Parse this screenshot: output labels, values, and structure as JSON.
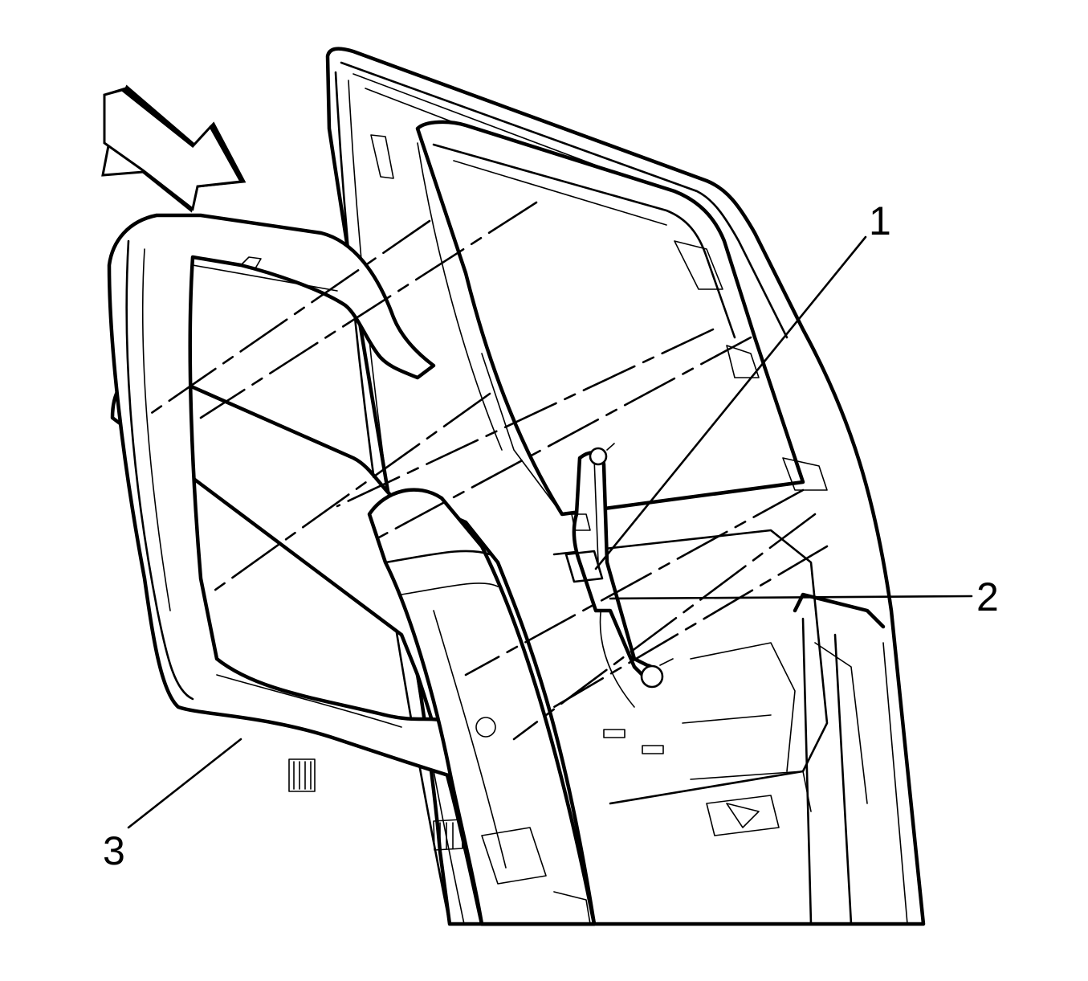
{
  "diagram": {
    "callouts": [
      {
        "id": "1",
        "label": "1"
      },
      {
        "id": "2",
        "label": "2"
      },
      {
        "id": "3",
        "label": "3"
      }
    ],
    "icons": [
      "view-direction-arrow-icon"
    ]
  }
}
